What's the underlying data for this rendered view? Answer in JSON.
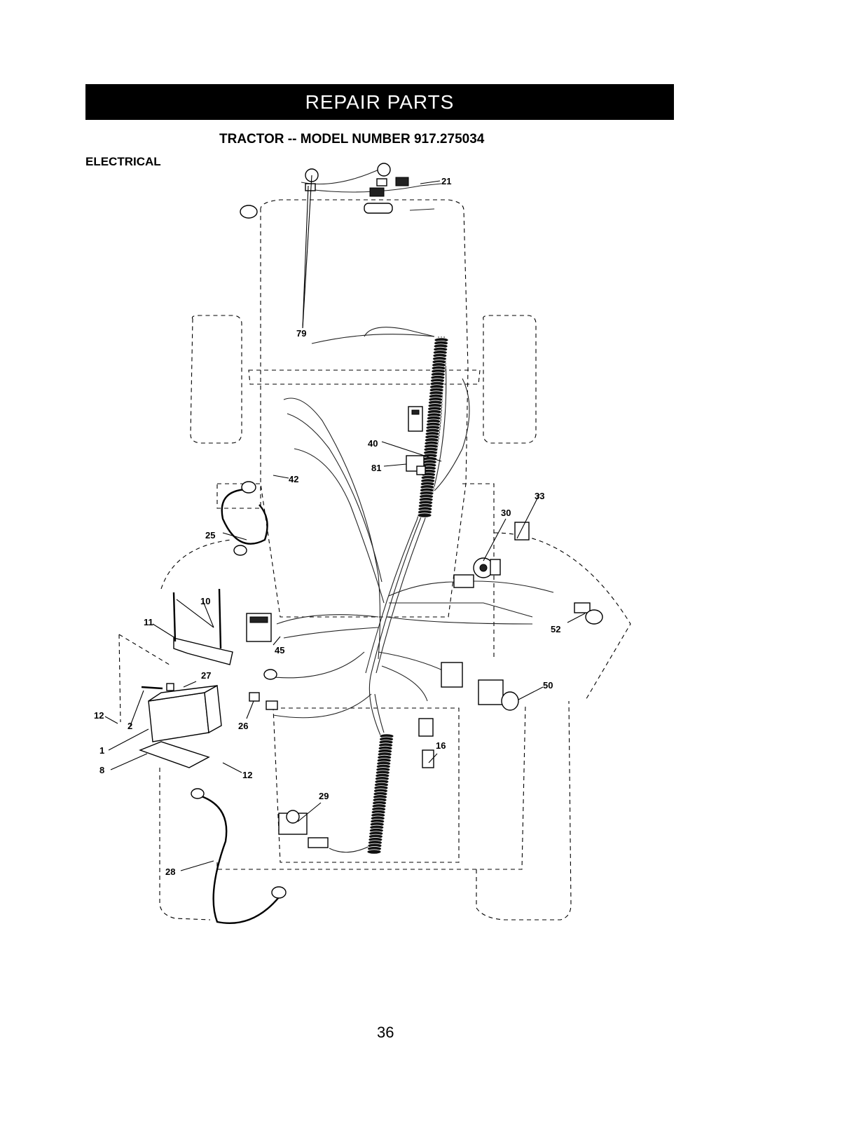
{
  "header": {
    "banner": "REPAIR PARTS",
    "subtitle": "TRACTOR -- MODEL NUMBER 917.275034",
    "section": "ELECTRICAL"
  },
  "callouts": [
    {
      "id": "c79",
      "label": "79"
    },
    {
      "id": "c21",
      "label": "21"
    },
    {
      "id": "c40",
      "label": "40"
    },
    {
      "id": "c81",
      "label": "81"
    },
    {
      "id": "c42",
      "label": "42"
    },
    {
      "id": "c33",
      "label": "33"
    },
    {
      "id": "c30",
      "label": "30"
    },
    {
      "id": "c25",
      "label": "25"
    },
    {
      "id": "c10",
      "label": "10"
    },
    {
      "id": "c11",
      "label": "11"
    },
    {
      "id": "c52",
      "label": "52"
    },
    {
      "id": "c45",
      "label": "45"
    },
    {
      "id": "c27",
      "label": "27"
    },
    {
      "id": "c50",
      "label": "50"
    },
    {
      "id": "c12a",
      "label": "12"
    },
    {
      "id": "c2",
      "label": "2"
    },
    {
      "id": "c26",
      "label": "26"
    },
    {
      "id": "c16",
      "label": "16"
    },
    {
      "id": "c1",
      "label": "1"
    },
    {
      "id": "c8",
      "label": "8"
    },
    {
      "id": "c12b",
      "label": "12"
    },
    {
      "id": "c29",
      "label": "29"
    },
    {
      "id": "c28",
      "label": "28"
    }
  ],
  "footer": {
    "page_number": "36"
  }
}
